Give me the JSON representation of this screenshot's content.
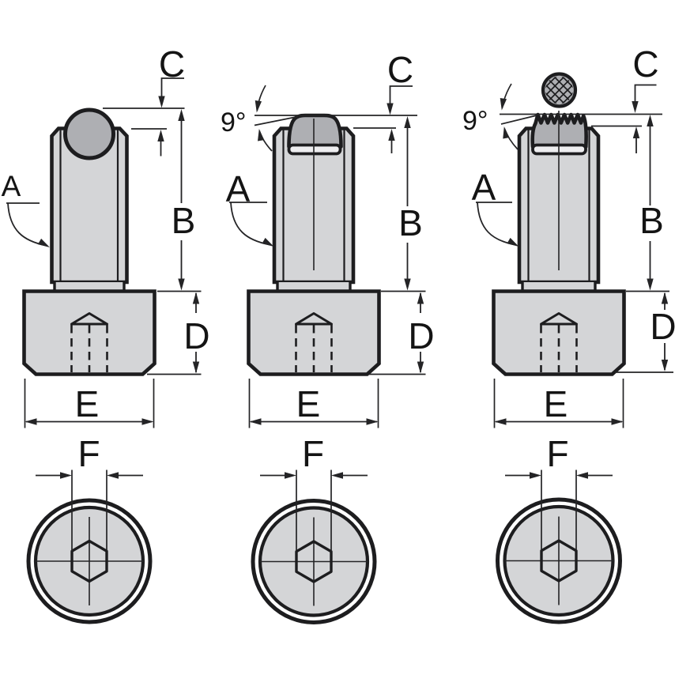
{
  "colors": {
    "background": "#ffffff",
    "part_fill": "#d4d5d7",
    "tip_fill": "#aeafb3",
    "collar_fill": "#eeeef0",
    "outline": "#1d1d1f",
    "line": "#242426",
    "text": "#141414"
  },
  "variants": [
    {
      "labels": {
        "a": "A",
        "b": "B",
        "c": "C",
        "d": "D",
        "e": "E",
        "f": "F"
      }
    },
    {
      "labels": {
        "a": "A",
        "b": "B",
        "c": "C",
        "d": "D",
        "e": "E",
        "f": "F"
      },
      "angle": "9°"
    },
    {
      "labels": {
        "a": "A",
        "b": "B",
        "c": "C",
        "d": "D",
        "e": "E",
        "f": "F"
      },
      "angle": "9°"
    }
  ]
}
